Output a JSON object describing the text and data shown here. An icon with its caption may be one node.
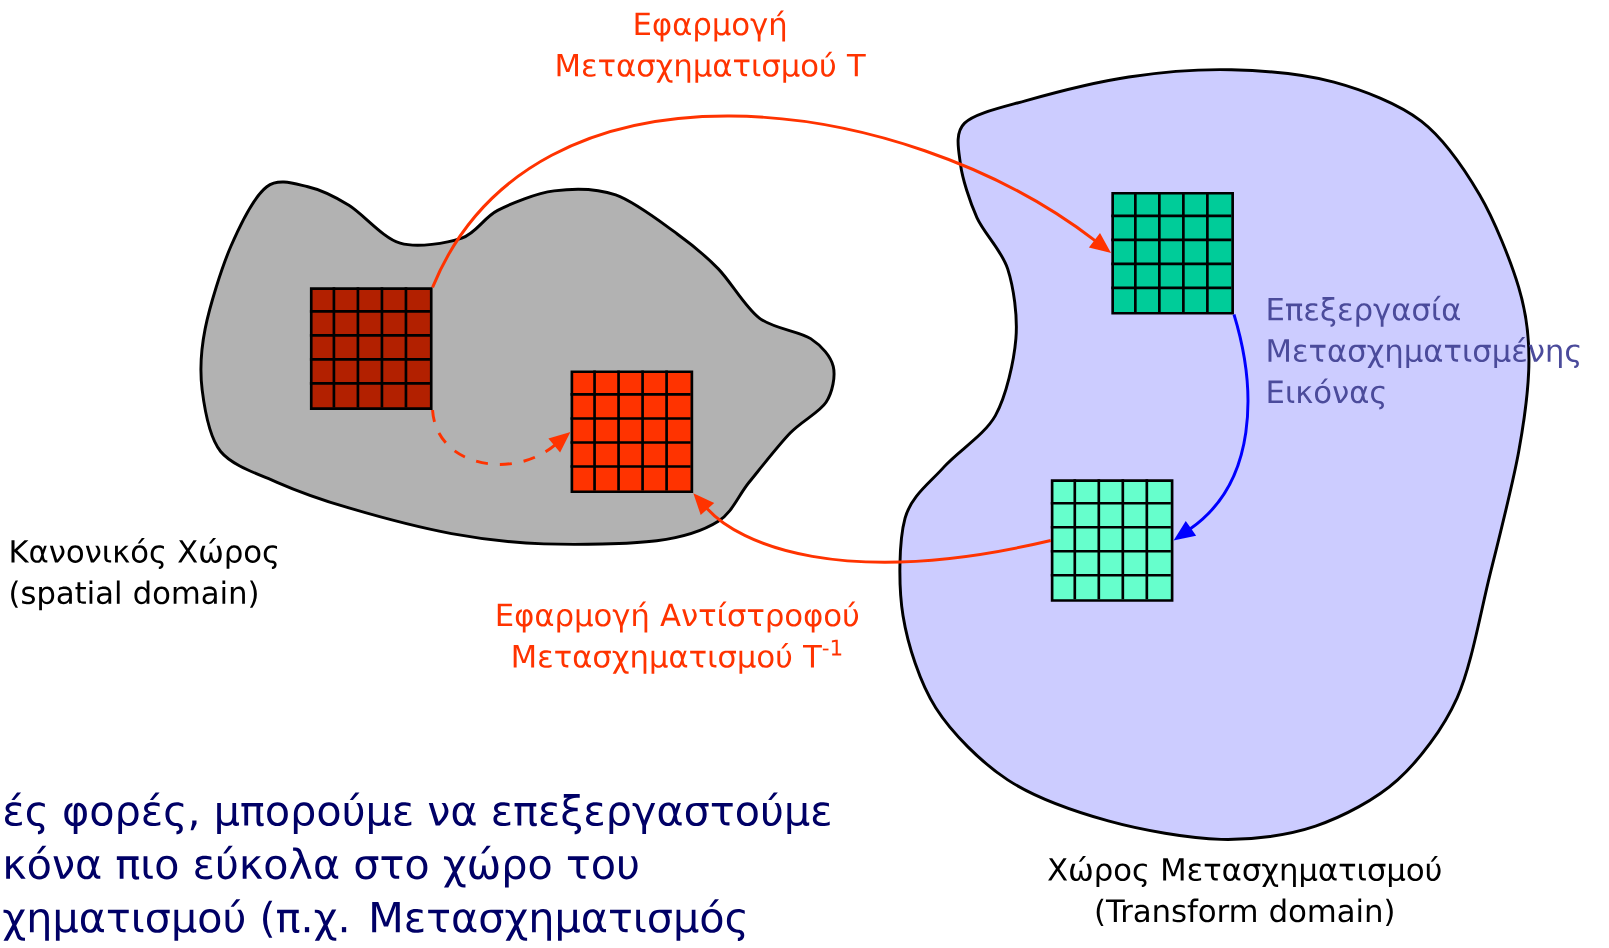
{
  "diagram": {
    "nodes": [
      {
        "text": [
          "Κανονικός Χώρος (spatial domain)"
        ]
      },
      {
        "text": [],
        "shape": "box",
        "in": 0
      },
      {
        "text": [],
        "shape": "box",
        "in": 0
      },
      {
        "text": [
          "Χώρος Μετασχηματισμού (Transform domain)"
        ]
      },
      {
        "text": [],
        "shape": "box",
        "in": 3
      },
      {
        "text": [],
        "shape": "box",
        "in": 3
      }
    ],
    "edges": [
      {
        "from": 1,
        "to": 4,
        "arrow": "to",
        "label": "Εφαρμογή Μετασχηματισμού T"
      },
      {
        "from": 4,
        "to": 5,
        "arrow": "to",
        "label": "Επεξεργασία Μετασχηματισμένης Εικόνας",
        "color": "#0000ff"
      },
      {
        "from": 5,
        "to": 2,
        "arrow": "to",
        "label": "Εφαρμογή Αντίστροφού Μετασχηματισμού T$^{-1}$"
      },
      {
        "from": 1,
        "to": 2,
        "arrow": "to",
        "style": "dashed"
      }
    ],
    "labels": [
      "ές φορές, μπορούμε να επεξεργαστούμε",
      "κόνα πιο εύκολα στο χώρο του",
      "χηματισμού (π.χ. Μετασχηματισμός"
    ]
  }
}
